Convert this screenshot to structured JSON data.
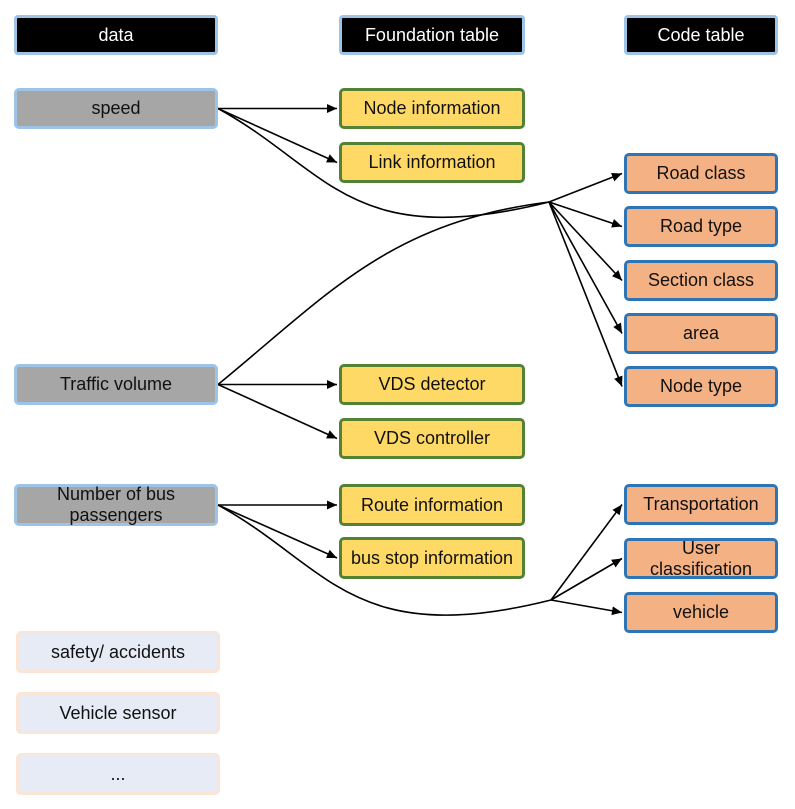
{
  "headers": {
    "data": "data",
    "foundation": "Foundation table",
    "code": "Code table"
  },
  "data_items": [
    {
      "id": "speed",
      "label": "speed",
      "style": "gray"
    },
    {
      "id": "traffic",
      "label": "Traffic volume",
      "style": "gray"
    },
    {
      "id": "bus",
      "label": "Number of bus passengers",
      "style": "gray"
    },
    {
      "id": "safety",
      "label": "safety/ accidents",
      "style": "pale"
    },
    {
      "id": "sensor",
      "label": "Vehicle sensor",
      "style": "pale"
    },
    {
      "id": "more",
      "label": "...",
      "style": "pale"
    }
  ],
  "foundation_items": [
    {
      "id": "node_info",
      "label": "Node information"
    },
    {
      "id": "link_info",
      "label": "Link information"
    },
    {
      "id": "vds_det",
      "label": "VDS detector"
    },
    {
      "id": "vds_ctrl",
      "label": "VDS controller"
    },
    {
      "id": "route_info",
      "label": "Route information"
    },
    {
      "id": "busstop_info",
      "label": "bus stop information"
    }
  ],
  "code_items": [
    {
      "id": "road_class",
      "label": "Road class"
    },
    {
      "id": "road_type",
      "label": "Road type"
    },
    {
      "id": "section_class",
      "label": "Section class"
    },
    {
      "id": "area",
      "label": "area"
    },
    {
      "id": "node_type",
      "label": "Node type"
    },
    {
      "id": "transportation",
      "label": "Transportation"
    },
    {
      "id": "user_class",
      "label": "User classification"
    },
    {
      "id": "vehicle",
      "label": "vehicle"
    }
  ],
  "edges": [
    {
      "from": "speed",
      "to": "node_info"
    },
    {
      "from": "speed",
      "to": "link_info"
    },
    {
      "from": "speed",
      "to": "road_class",
      "via": "hub1"
    },
    {
      "from": "speed",
      "to": "road_type",
      "via": "hub1"
    },
    {
      "from": "speed",
      "to": "section_class",
      "via": "hub1"
    },
    {
      "from": "speed",
      "to": "area",
      "via": "hub1"
    },
    {
      "from": "speed",
      "to": "node_type",
      "via": "hub1"
    },
    {
      "from": "traffic",
      "to": "vds_det"
    },
    {
      "from": "traffic",
      "to": "vds_ctrl"
    },
    {
      "from": "traffic",
      "to": "hub1"
    },
    {
      "from": "bus",
      "to": "route_info"
    },
    {
      "from": "bus",
      "to": "busstop_info"
    },
    {
      "from": "bus",
      "to": "transportation",
      "via": "hub2"
    },
    {
      "from": "bus",
      "to": "user_class",
      "via": "hub2"
    },
    {
      "from": "bus",
      "to": "vehicle",
      "via": "hub2"
    }
  ]
}
